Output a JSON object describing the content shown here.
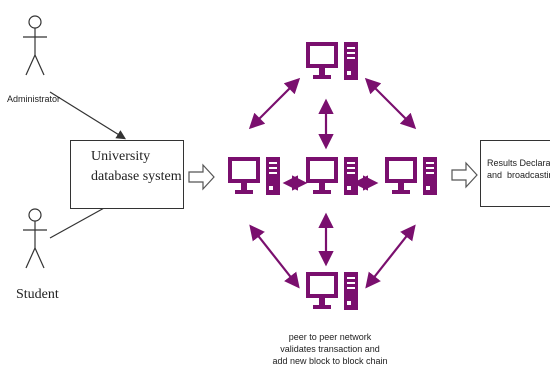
{
  "actors": {
    "administrator": "Administrator",
    "student": "Student"
  },
  "university_box": {
    "line1": "University",
    "line2": "database system"
  },
  "results_box": {
    "line1": "Results Declaration",
    "line2": "and  broadcasting"
  },
  "network_caption": {
    "line1": "peer to peer network",
    "line2": "validates transaction and",
    "line3": "add new block to block chain"
  },
  "colors": {
    "network": "#7a0f6e",
    "line": "#333333",
    "arrow_outline": "#555555"
  }
}
